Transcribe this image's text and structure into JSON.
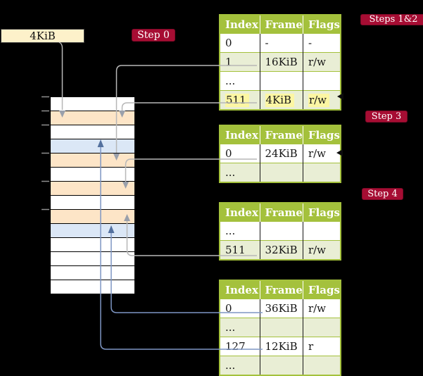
{
  "root_pointer": {
    "label": "4KiB"
  },
  "badges": {
    "step0": "Step 0",
    "steps12": "Steps 1&2",
    "step3": "Step 3",
    "step4": "Step 4"
  },
  "memory": {
    "rows": [
      "white",
      "peach",
      "white",
      "blue",
      "peach",
      "white",
      "peach",
      "white",
      "peach",
      "blue",
      "white",
      "white",
      "white",
      "white"
    ]
  },
  "tables": [
    {
      "name": "page-table-steps-1-2",
      "headers": [
        "Index",
        "Frame",
        "Flags"
      ],
      "rows": [
        {
          "cells": [
            "0",
            "-",
            "-"
          ]
        },
        {
          "cells": [
            "1",
            "16KiB",
            "r/w"
          ]
        },
        {
          "cells": [
            "...",
            "",
            ""
          ]
        },
        {
          "cells": [
            "511",
            "4KiB",
            "r/w"
          ]
        }
      ]
    },
    {
      "name": "page-table-step-3",
      "headers": [
        "Index",
        "Frame",
        "Flags"
      ],
      "rows": [
        {
          "cells": [
            "0",
            "24KiB",
            "r/w"
          ]
        },
        {
          "cells": [
            "...",
            "",
            ""
          ]
        }
      ]
    },
    {
      "name": "page-table-step-4a",
      "headers": [
        "Index",
        "Frame",
        "Flags"
      ],
      "rows": [
        {
          "cells": [
            "...",
            "",
            ""
          ]
        },
        {
          "cells": [
            "511",
            "32KiB",
            "r/w"
          ]
        }
      ]
    },
    {
      "name": "page-table-step-4b",
      "headers": [
        "Index",
        "Frame",
        "Flags"
      ],
      "rows": [
        {
          "cells": [
            "0",
            "36KiB",
            "r/w"
          ]
        },
        {
          "cells": [
            "...",
            "",
            ""
          ]
        },
        {
          "cells": [
            "127",
            "12KiB",
            "r"
          ]
        },
        {
          "cells": [
            "...",
            "",
            ""
          ]
        }
      ]
    }
  ],
  "colors": {
    "background": "#000000",
    "table_header": "#a4c13c",
    "table_alt_row": "#e9eed5",
    "highlight_yellow": "#fcf6a3",
    "badge_red": "#a60d33",
    "frame_peach": "#fde5c7",
    "frame_blue": "#dbe7f6",
    "root_box_cream": "#fdf1ca",
    "connector_gray": "#b7b7b7",
    "connector_blue": "#7e96c4"
  }
}
